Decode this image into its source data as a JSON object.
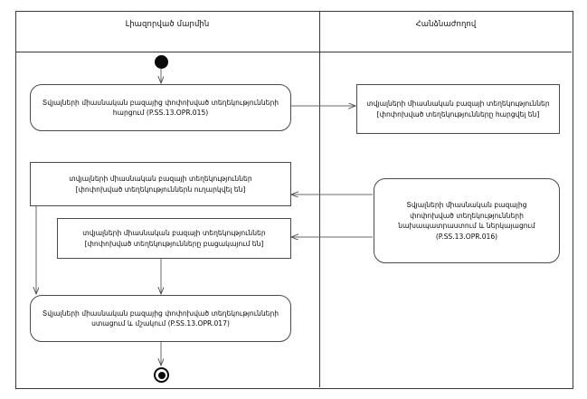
{
  "diagram": {
    "type": "uml-activity-swimlane",
    "lanes": [
      {
        "id": "lane-left",
        "title": "Լիազորված մարմին"
      },
      {
        "id": "lane-right",
        "title": "Հանձնաժողով"
      }
    ],
    "nodes": [
      {
        "id": "start",
        "kind": "initial-node",
        "lane": "lane-left",
        "label": ""
      },
      {
        "id": "a1",
        "kind": "action",
        "lane": "lane-left",
        "shape": "rounded",
        "lines": [
          "Տվյալների միասնական բազայից փոփոխված տեղեկությունների",
          "հարցում (P.SS.13.OPR.015)"
        ]
      },
      {
        "id": "o1",
        "kind": "object-node",
        "lane": "lane-right",
        "shape": "rect",
        "lines": [
          "տվյալների միասնական բազայի տեղեկություններ",
          "[փոփոխված տեղեկությունները հարցվել են]"
        ]
      },
      {
        "id": "a2",
        "kind": "action",
        "lane": "lane-right",
        "shape": "rounded",
        "lines": [
          "Տվյալների միասնական բազայից",
          "փոփոխված տեղեկությունների",
          "նախապատրաստում և ներկայացում",
          "(P.SS.13.OPR.016)"
        ]
      },
      {
        "id": "o2",
        "kind": "object-node",
        "lane": "lane-left",
        "shape": "rect",
        "lines": [
          "տվյալների միասնական բազայի տեղեկություններ",
          "[փոփոխված տեղեկություններն ուղարկվել են]"
        ]
      },
      {
        "id": "o3",
        "kind": "object-node",
        "lane": "lane-left",
        "shape": "rect",
        "lines": [
          "տվյալների միասնական բազայի տեղեկություններ",
          "[փոփոխված տեղեկությունները բացակայում են]"
        ]
      },
      {
        "id": "a3",
        "kind": "action",
        "lane": "lane-left",
        "shape": "rounded",
        "lines": [
          "Տվյալների միասնական բազայից փոփոխված տեղեկությունների",
          "ստացում և մշակում (P.SS.13.OPR.017)"
        ]
      },
      {
        "id": "end",
        "kind": "final-node",
        "lane": "lane-left",
        "label": ""
      }
    ],
    "edges": [
      {
        "from": "start",
        "to": "a1"
      },
      {
        "from": "a1",
        "to": "o1"
      },
      {
        "from": "a2",
        "to": "o2"
      },
      {
        "from": "a2",
        "to": "o3"
      },
      {
        "from": "o2",
        "to": "a3"
      },
      {
        "from": "o3",
        "to": "a3"
      },
      {
        "from": "a3",
        "to": "end"
      }
    ],
    "colors": {
      "stroke": "#3a3a3a",
      "edge": "#565656",
      "fill": "#ffffff",
      "text": "#0b0b0b"
    }
  }
}
